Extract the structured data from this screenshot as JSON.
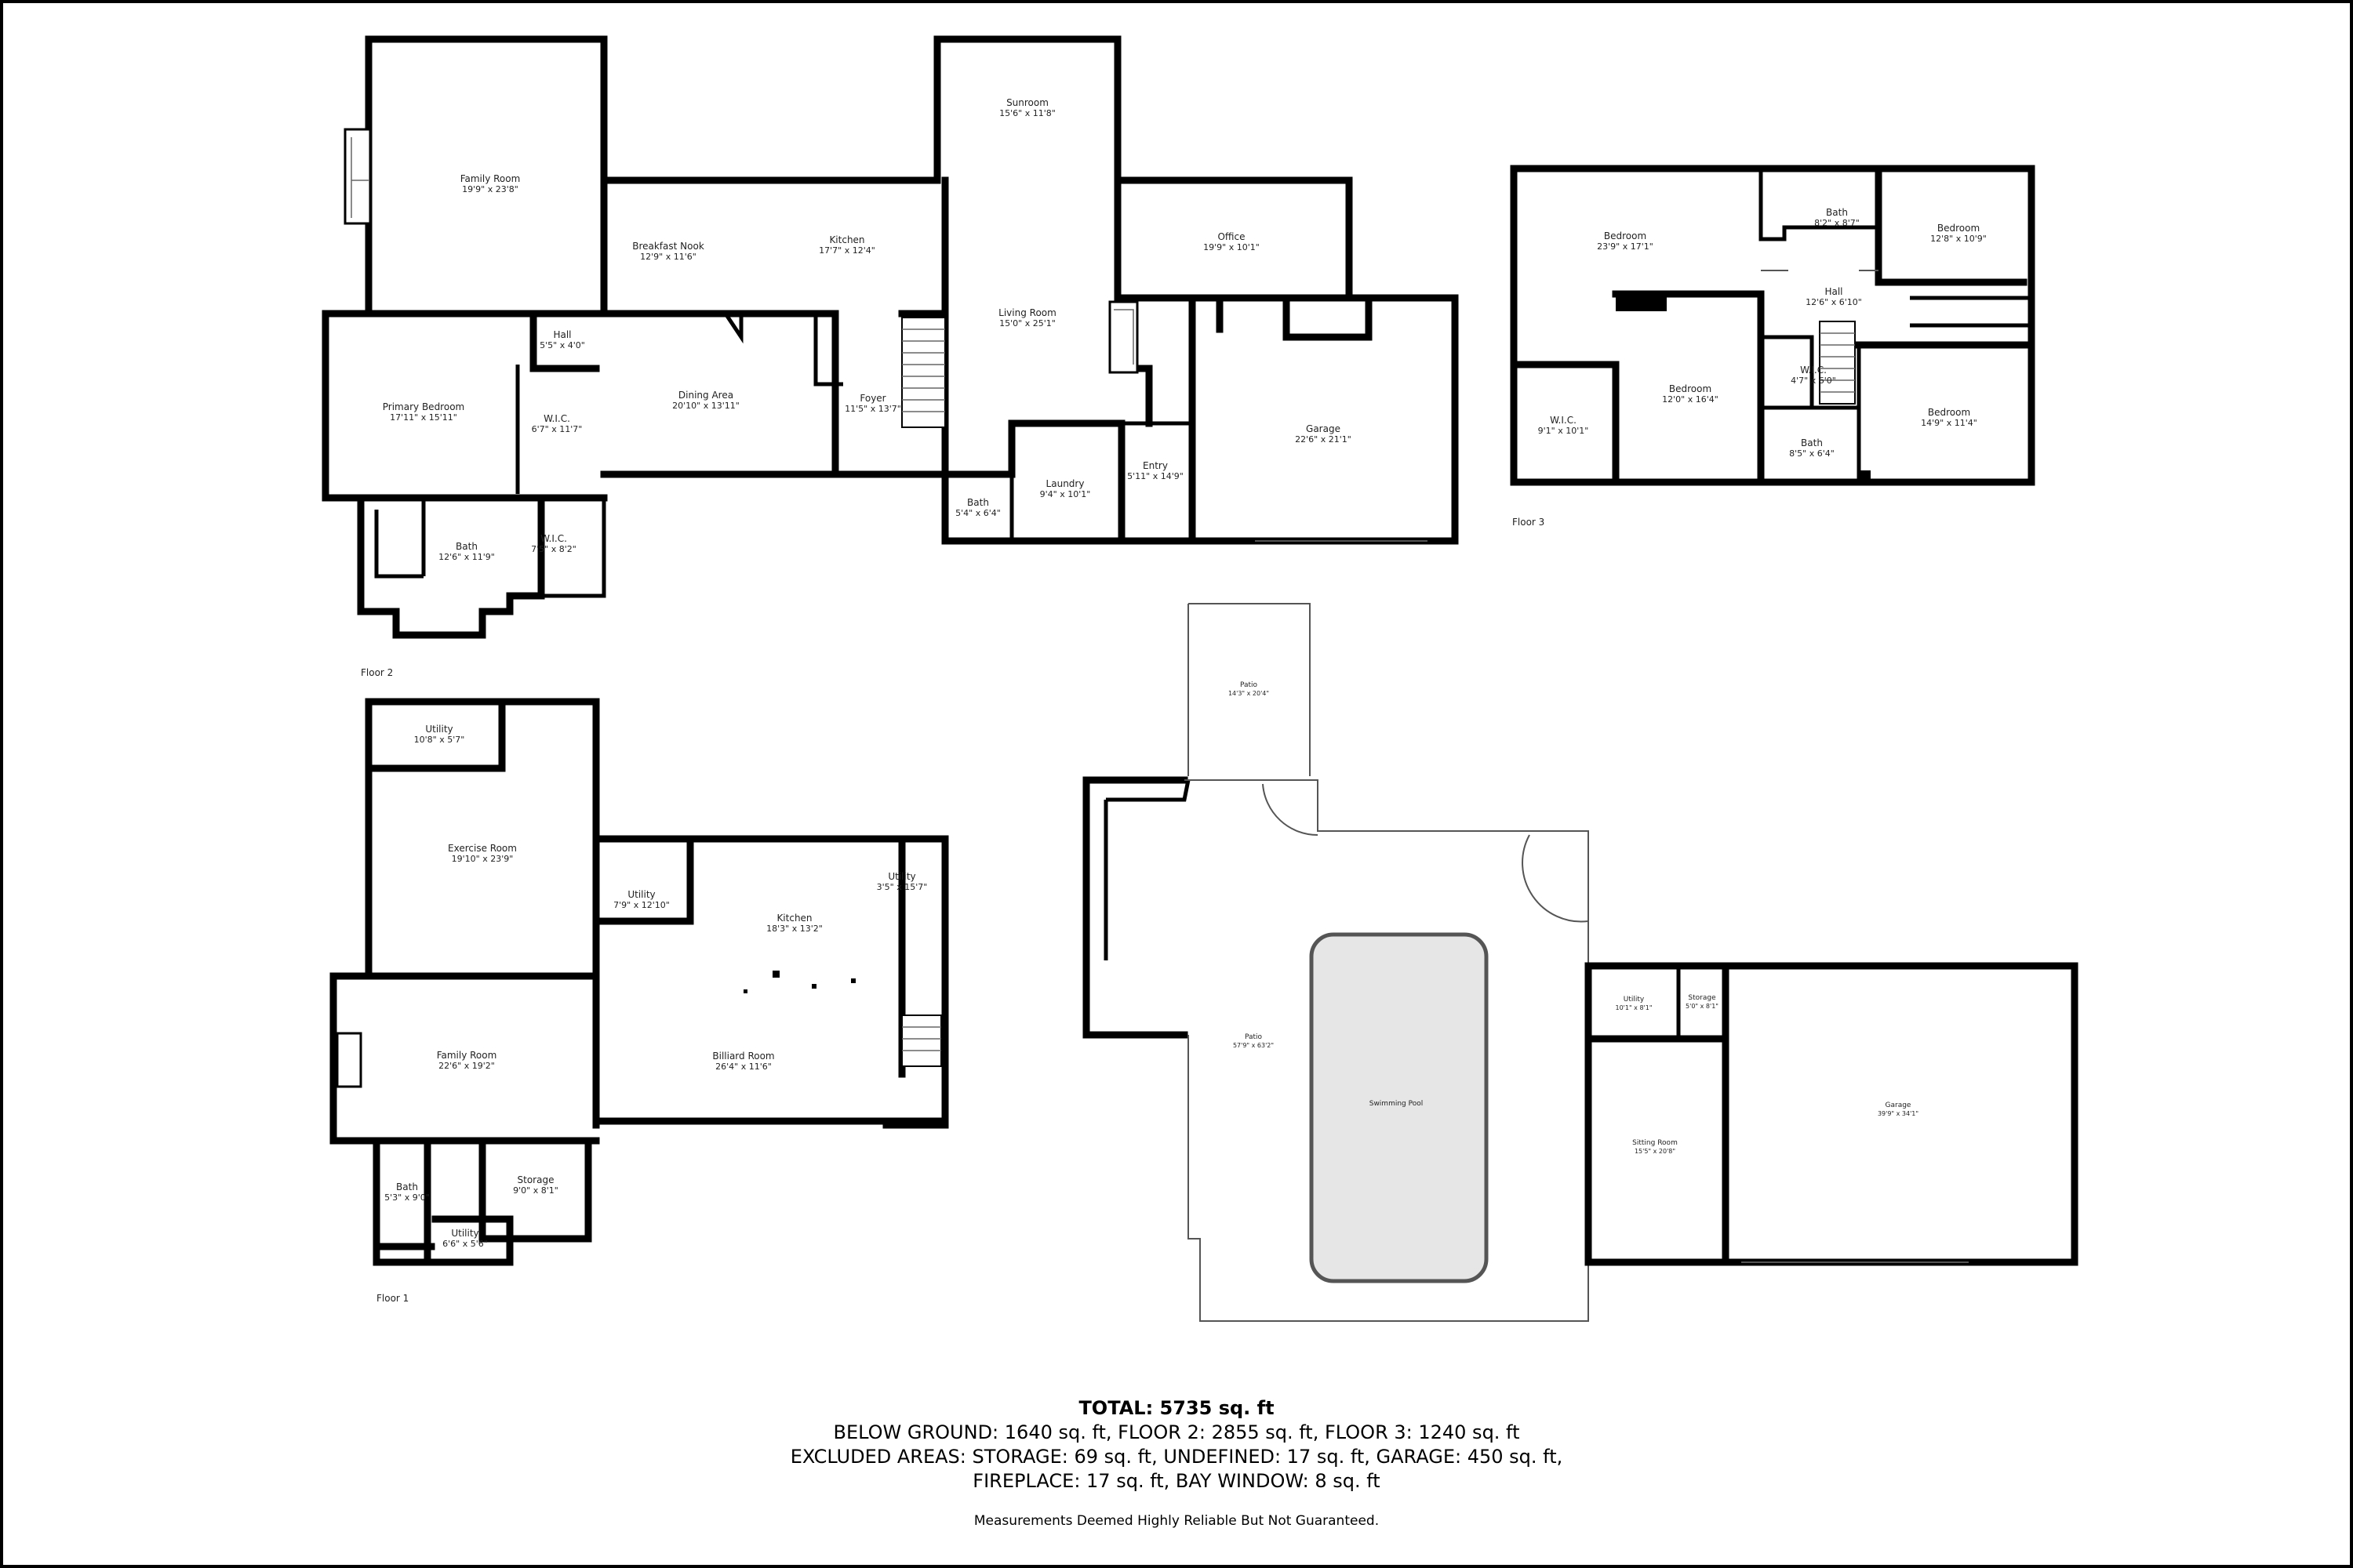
{
  "floor_labels": {
    "floor2": "Floor 2",
    "floor3": "Floor 3",
    "floor1": "Floor 1"
  },
  "rooms": {
    "family_room_f2": {
      "name": "Family Room",
      "dim": "19'9\" x 23'8\""
    },
    "sunroom": {
      "name": "Sunroom",
      "dim": "15'6\" x 11'8\""
    },
    "breakfast_nook": {
      "name": "Breakfast Nook",
      "dim": "12'9\" x 11'6\""
    },
    "kitchen_f2": {
      "name": "Kitchen",
      "dim": "17'7\" x 12'4\""
    },
    "office": {
      "name": "Office",
      "dim": "19'9\" x 10'1\""
    },
    "living_room": {
      "name": "Living Room",
      "dim": "15'0\" x 25'1\""
    },
    "hall_f2": {
      "name": "Hall",
      "dim": "5'5\" x 4'0\""
    },
    "primary_bedroom": {
      "name": "Primary Bedroom",
      "dim": "17'11\" x 15'11\""
    },
    "wic_f2_a": {
      "name": "W.I.C.",
      "dim": "6'7\" x 11'7\""
    },
    "dining_area": {
      "name": "Dining Area",
      "dim": "20'10\" x 13'11\""
    },
    "foyer": {
      "name": "Foyer",
      "dim": "11'5\" x 13'7\""
    },
    "garage_f2": {
      "name": "Garage",
      "dim": "22'6\" x 21'1\""
    },
    "entry": {
      "name": "Entry",
      "dim": "5'11\" x 14'9\""
    },
    "laundry": {
      "name": "Laundry",
      "dim": "9'4\" x 10'1\""
    },
    "bath_f2_small": {
      "name": "Bath",
      "dim": "5'4\" x 6'4\""
    },
    "bath_f2_primary": {
      "name": "Bath",
      "dim": "12'6\" x 11'9\""
    },
    "wic_f2_b": {
      "name": "W.I.C.",
      "dim": "7'5\" x 8'2\""
    },
    "bedroom_f3_a": {
      "name": "Bedroom",
      "dim": "23'9\" x 17'1\""
    },
    "bath_f3_a": {
      "name": "Bath",
      "dim": "8'2\" x 8'7\""
    },
    "bedroom_f3_b": {
      "name": "Bedroom",
      "dim": "12'8\" x 10'9\""
    },
    "hall_f3": {
      "name": "Hall",
      "dim": "12'6\" x 6'10\""
    },
    "bedroom_f3_c": {
      "name": "Bedroom",
      "dim": "12'0\" x 16'4\""
    },
    "wic_f3_a": {
      "name": "W.I.C.",
      "dim": "4'7\" x 6'0\""
    },
    "wic_f3_b": {
      "name": "W.I.C.",
      "dim": "9'1\" x 10'1\""
    },
    "bath_f3_b": {
      "name": "Bath",
      "dim": "8'5\" x 6'4\""
    },
    "bedroom_f3_d": {
      "name": "Bedroom",
      "dim": "14'9\" x 11'4\""
    },
    "utility_f1_a": {
      "name": "Utility",
      "dim": "10'8\" x 5'7\""
    },
    "exercise_room": {
      "name": "Exercise Room",
      "dim": "19'10\" x 23'9\""
    },
    "utility_f1_b": {
      "name": "Utility",
      "dim": "7'9\" x 12'10\""
    },
    "kitchen_f1": {
      "name": "Kitchen",
      "dim": "18'3\" x 13'2\""
    },
    "utility_f1_c": {
      "name": "Utility",
      "dim": "3'5\" x 15'7\""
    },
    "family_room_f1": {
      "name": "Family Room",
      "dim": "22'6\" x 19'2\""
    },
    "billiard_room": {
      "name": "Billiard Room",
      "dim": "26'4\" x 11'6\""
    },
    "bath_f1": {
      "name": "Bath",
      "dim": "5'3\" x 9'0\""
    },
    "storage_f1": {
      "name": "Storage",
      "dim": "9'0\" x 8'1\""
    },
    "utility_f1_d": {
      "name": "Utility",
      "dim": "6'6\" x 5'6\""
    },
    "patio_small": {
      "name": "Patio",
      "dim": "14'3\" x 20'4\""
    },
    "patio_large": {
      "name": "Patio",
      "dim": "57'9\" x 63'2\""
    },
    "swimming_pool": {
      "name": "Swimming Pool"
    },
    "utility_pool": {
      "name": "Utility",
      "dim": "10'1\" x 8'1\""
    },
    "storage_pool": {
      "name": "Storage",
      "dim": "5'0\" x 8'1\""
    },
    "sitting_room": {
      "name": "Sitting Room",
      "dim": "15'5\" x 20'8\""
    },
    "garage_pool": {
      "name": "Garage",
      "dim": "39'9\" x 34'1\""
    }
  },
  "summary": {
    "total": "TOTAL: 5735 sq. ft",
    "line1": "BELOW GROUND: 1640 sq. ft, FLOOR 2: 2855 sq. ft, FLOOR 3: 1240 sq. ft",
    "line2": "EXCLUDED AREAS: STORAGE: 69 sq. ft, UNDEFINED: 17 sq. ft, GARAGE: 450 sq. ft,",
    "line3": "FIREPLACE: 17 sq. ft, BAY WINDOW: 8 sq. ft",
    "disclaimer": "Measurements Deemed Highly Reliable But Not Guaranteed."
  }
}
